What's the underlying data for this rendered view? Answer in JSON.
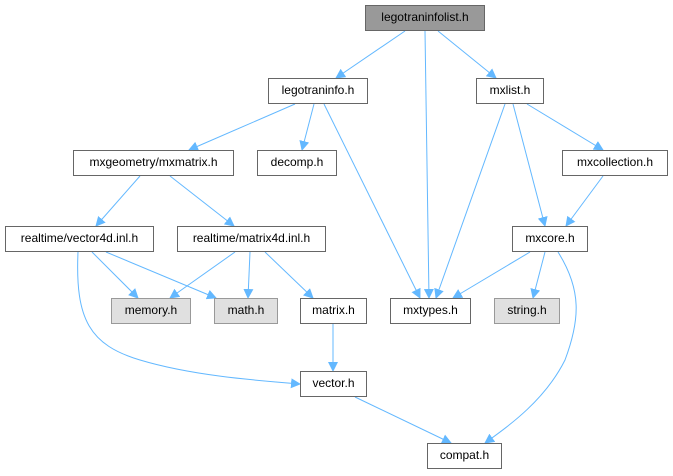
{
  "diagram": {
    "type": "include-dependency-graph",
    "edge_color": "#63b8ff",
    "nodes": {
      "root": {
        "label": "legotraninfolist.h",
        "kind": "root",
        "fill": "#999999"
      },
      "legotraninfo": {
        "label": "legotraninfo.h",
        "kind": "local"
      },
      "mxlist": {
        "label": "mxlist.h",
        "kind": "local"
      },
      "mxmatrix": {
        "label": "mxgeometry/mxmatrix.h",
        "kind": "local"
      },
      "decomp": {
        "label": "decomp.h",
        "kind": "local"
      },
      "mxcollection": {
        "label": "mxcollection.h",
        "kind": "local"
      },
      "vector4d": {
        "label": "realtime/vector4d.inl.h",
        "kind": "local"
      },
      "matrix4d": {
        "label": "realtime/matrix4d.inl.h",
        "kind": "local"
      },
      "mxcore": {
        "label": "mxcore.h",
        "kind": "local"
      },
      "memory": {
        "label": "memory.h",
        "kind": "system",
        "fill": "#e0e0e0"
      },
      "math": {
        "label": "math.h",
        "kind": "system",
        "fill": "#e0e0e0"
      },
      "matrix": {
        "label": "matrix.h",
        "kind": "local"
      },
      "mxtypes": {
        "label": "mxtypes.h",
        "kind": "local"
      },
      "string": {
        "label": "string.h",
        "kind": "system",
        "fill": "#e0e0e0"
      },
      "vector": {
        "label": "vector.h",
        "kind": "local"
      },
      "compat": {
        "label": "compat.h",
        "kind": "local"
      }
    },
    "edges": [
      [
        "root",
        "legotraninfo"
      ],
      [
        "root",
        "mxtypes"
      ],
      [
        "root",
        "mxlist"
      ],
      [
        "legotraninfo",
        "mxmatrix"
      ],
      [
        "legotraninfo",
        "decomp"
      ],
      [
        "legotraninfo",
        "mxtypes"
      ],
      [
        "mxlist",
        "mxtypes"
      ],
      [
        "mxlist",
        "mxcore"
      ],
      [
        "mxlist",
        "mxcollection"
      ],
      [
        "mxcollection",
        "mxcore"
      ],
      [
        "mxmatrix",
        "vector4d"
      ],
      [
        "mxmatrix",
        "matrix4d"
      ],
      [
        "vector4d",
        "memory"
      ],
      [
        "vector4d",
        "math"
      ],
      [
        "vector4d",
        "vector"
      ],
      [
        "matrix4d",
        "memory"
      ],
      [
        "matrix4d",
        "math"
      ],
      [
        "matrix4d",
        "matrix"
      ],
      [
        "matrix",
        "vector"
      ],
      [
        "mxcore",
        "mxtypes"
      ],
      [
        "mxcore",
        "string"
      ],
      [
        "mxcore",
        "compat"
      ],
      [
        "vector",
        "compat"
      ]
    ]
  }
}
